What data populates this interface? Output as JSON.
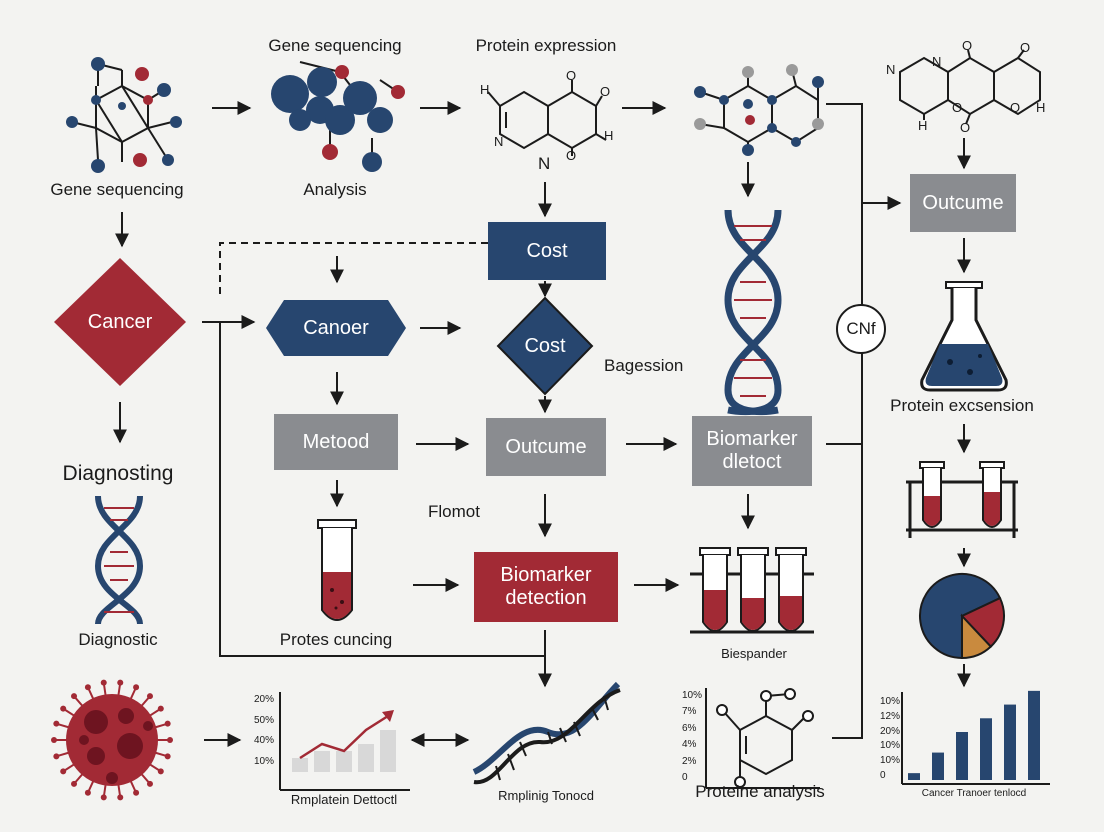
{
  "nodes": {
    "top_gene_sequencing": "Gene sequencing",
    "top_protein_expression": "Protein expression",
    "left_gene_sequencing": "Gene sequencing",
    "analysis": "Analysis",
    "n_label": "N",
    "cancer_diamond": "Cancer",
    "cost_box": "Cost",
    "canoer_hex": "Canoer",
    "cost_diamond": "Cost",
    "bagession": "Bagession",
    "metood_box": "Metood",
    "outcume_center": "Outcume",
    "biomarker_dletoct": "Biomarker dletoct",
    "diagnosting": "Diagnosting",
    "diagnostic": "Diagnostic",
    "flomot": "Flomot",
    "protes_cuncing": "Protes cuncing",
    "biomarker_detection": "Biomarker detection",
    "biespander": "Biespander",
    "cnf_circle": "CNf",
    "outcume_right": "Outcume",
    "protein_excsension": "Protein excsension",
    "chart1_caption": "Rmplatein  Dettoctl",
    "helix_caption": "Rmplinig Tonocd",
    "protein_analysis": "Proteine analysis",
    "chart3_caption": "Cancer Tranoer tenlocd"
  },
  "chem_labels": {
    "mol_a": [
      "H",
      "N",
      "O",
      "O",
      "O",
      "H"
    ],
    "mol_b": [
      "N",
      "N",
      "O",
      "O",
      "O",
      "O",
      "H",
      "H",
      "O"
    ]
  },
  "colors": {
    "navy": "#27466f",
    "red": "#a22a35",
    "grey": "#8a8c90",
    "orange": "#c98a3e",
    "line": "#1b1b1b",
    "background": "#f3f3f1"
  },
  "icons": [
    "molecule-icon",
    "molecule-cluster-icon",
    "dna-helix-icon",
    "test-tube-icon",
    "flask-icon",
    "virus-icon",
    "pie-chart-icon",
    "bar-chart-icon"
  ],
  "chart_data": [
    {
      "type": "bar",
      "subtype": "bar-with-line",
      "ytick_labels": [
        "20%",
        "50%",
        "40%",
        "10%"
      ],
      "values": [
        2,
        3,
        3,
        4,
        6
      ],
      "line_values": [
        2,
        4,
        3,
        6,
        8
      ],
      "ylim": [
        0,
        10
      ],
      "xlabel": "Rmplatein  Dettoctl",
      "colors": {
        "bars": "#d8d8d8",
        "line": "#a22a35"
      }
    },
    {
      "type": "table",
      "subtype": "molecule-with-axis",
      "ytick_labels": [
        "10%",
        "7%",
        "6%",
        "4%",
        "2%",
        "0"
      ],
      "xlabel": "Proteine analysis"
    },
    {
      "type": "bar",
      "ytick_labels": [
        "10%",
        "12%",
        "20%",
        "10%",
        "10%",
        "0"
      ],
      "values": [
        1,
        4,
        7,
        9,
        11,
        13
      ],
      "ylim": [
        0,
        14
      ],
      "xlabel": "Cancer Tranoer tenlocd",
      "colors": {
        "bars": "#27466f"
      }
    },
    {
      "type": "pie",
      "values": [
        68,
        20,
        12
      ],
      "colors": [
        "#27466f",
        "#a22a35",
        "#c98a3e"
      ]
    }
  ]
}
